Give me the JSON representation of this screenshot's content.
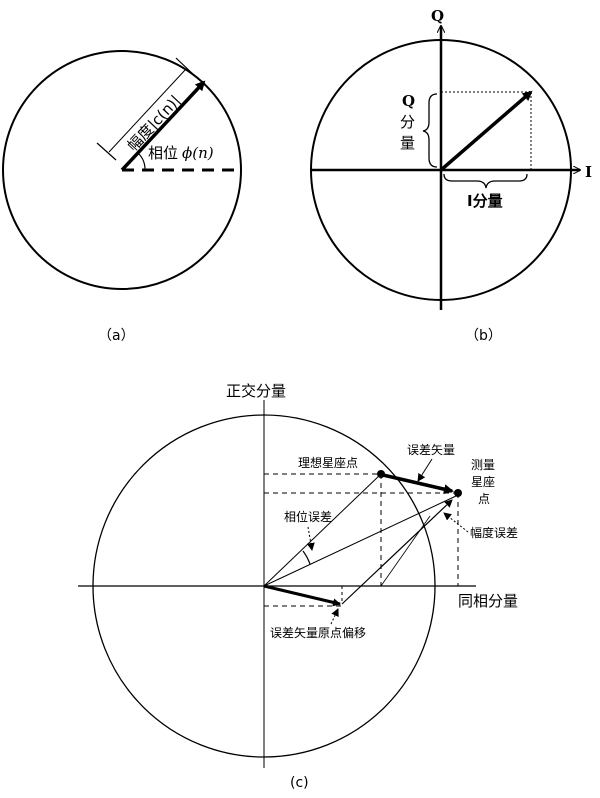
{
  "panels": {
    "a": {
      "caption": "（a）",
      "amplitude_label": "幅度|c(n)|",
      "phase_label_cn": "相位",
      "phase_symbol": "ϕ(n)"
    },
    "b": {
      "caption": "（b）",
      "axis_i": "I",
      "axis_q": "Q",
      "q_component": [
        "Q",
        "分",
        "量"
      ],
      "i_component": "I分量"
    },
    "c": {
      "caption": "(c)",
      "axis_quadrature": "正交分量",
      "axis_inphase": "同相分量",
      "ideal_point": "理想星座点",
      "error_vector": "误差矢量",
      "measured_point": [
        "测量",
        "星座",
        "点"
      ],
      "phase_error": "相位误差",
      "magnitude_error": "幅度误差",
      "origin_offset": "误差矢量原点偏移"
    }
  }
}
